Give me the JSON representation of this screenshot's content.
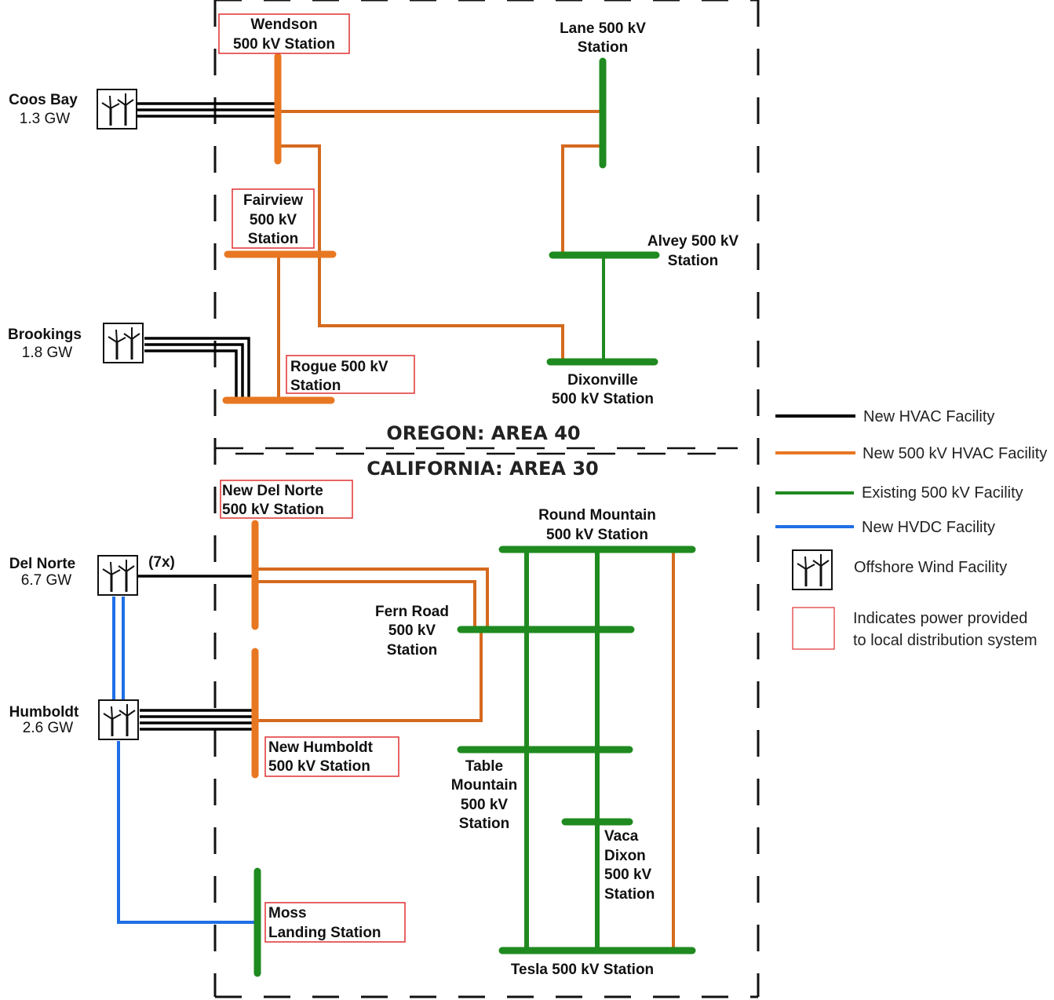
{
  "colors": {
    "hvac": "#000000",
    "new_500kv": "#e87722",
    "existing_500kv": "#1f8a1f",
    "hvdc": "#1f6fe5",
    "station_box": "#e03030"
  },
  "areas": {
    "oregon": "OREGON: AREA 40",
    "california": "CALIFORNIA: AREA 30"
  },
  "wind_facilities": [
    {
      "name": "Coos Bay",
      "capacity": "1.3 GW",
      "icon": "wind-turbine-icon"
    },
    {
      "name": "Brookings",
      "capacity": "1.8 GW",
      "icon": "wind-turbine-icon"
    },
    {
      "name": "Del Norte",
      "capacity": "6.7 GW",
      "icon": "wind-turbine-icon",
      "note": "(7x)"
    },
    {
      "name": "Humboldt",
      "capacity": "2.6 GW",
      "icon": "wind-turbine-icon"
    }
  ],
  "stations": {
    "wendson": [
      "Wendson",
      "500 kV Station"
    ],
    "lane": [
      "Lane 500 kV",
      "Station"
    ],
    "fairview": [
      "Fairview",
      "500 kV",
      "Station"
    ],
    "alvey": [
      "Alvey 500 kV",
      "Station"
    ],
    "rogue": [
      "Rogue 500 kV",
      "Station"
    ],
    "dixonville": [
      "Dixonville",
      "500 kV Station"
    ],
    "new_del_norte": [
      "New Del Norte",
      "500 kV Station"
    ],
    "round_mountain": [
      "Round Mountain",
      "500 kV Station"
    ],
    "fern_road": [
      "Fern Road",
      "500 kV",
      "Station"
    ],
    "new_humboldt": [
      "New Humboldt",
      "500 kV Station"
    ],
    "table_mountain": [
      "Table",
      "Mountain",
      "500 kV",
      "Station"
    ],
    "vaca_dixon": [
      "Vaca",
      "Dixon",
      "500 kV",
      "Station"
    ],
    "moss_landing": [
      "Moss",
      "Landing Station"
    ],
    "tesla": [
      "Tesla 500 kV Station"
    ]
  },
  "legend": [
    {
      "label": "New HVAC Facility",
      "color": "#000000"
    },
    {
      "label": "New 500 kV HVAC Facility",
      "color": "#e87722"
    },
    {
      "label": "Existing 500 kV Facility",
      "color": "#1f8a1f"
    },
    {
      "label": "New HVDC Facility",
      "color": "#1f6fe5"
    },
    {
      "label": "Offshore Wind Facility",
      "icon": "wind-turbine-icon"
    },
    {
      "label": "Indicates power provided",
      "label2": "to local distribution system"
    }
  ]
}
